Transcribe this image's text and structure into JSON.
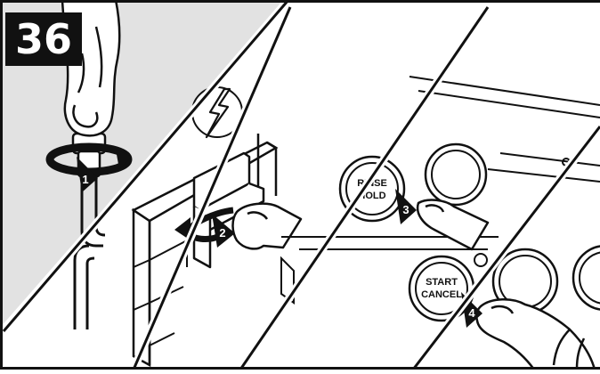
{
  "figure": {
    "step_number": "36",
    "buttons": {
      "rinse_hold": [
        "RINSE",
        "HOLD"
      ],
      "start_cancel": [
        "START",
        "CANCEL"
      ]
    },
    "callouts": [
      "1",
      "2",
      "3",
      "4"
    ],
    "icons": [
      "lightning-icon",
      "rotate-arrow-icon"
    ],
    "colors": {
      "panel1_bg": "#e2e2e2",
      "ink": "#111111",
      "paper": "#ffffff"
    }
  }
}
